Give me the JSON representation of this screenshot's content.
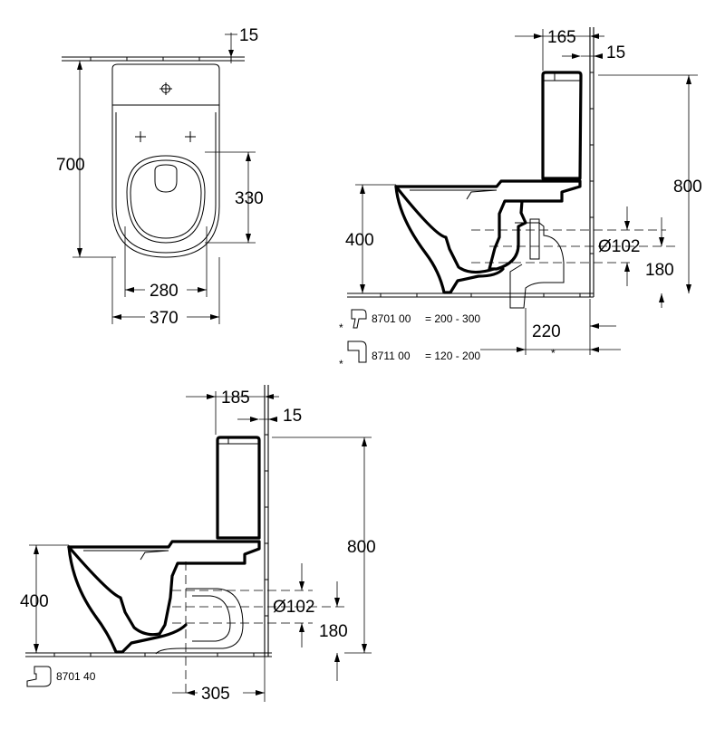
{
  "top_view": {
    "width_dim": "15",
    "length_dim": "700",
    "seat_dim": "330",
    "inner_width_dim": "280",
    "outer_width_dim": "370"
  },
  "side_view_1": {
    "tank_depth_dim": "165",
    "gap_dim": "15",
    "total_height_dim": "800",
    "bowl_height_dim": "400",
    "outlet_diameter_dim": "Ø102",
    "outlet_height_dim": "180",
    "outlet_distance_dim": "220",
    "outlet_distance_note": "*",
    "accessory_1": {
      "marker": "*",
      "code": "8701 00",
      "range": "= 200 - 300"
    },
    "accessory_2": {
      "marker": "*",
      "code": "8711 00",
      "range": "= 120 - 200"
    }
  },
  "side_view_2": {
    "tank_depth_dim": "185",
    "gap_dim": "15",
    "total_height_dim": "800",
    "bowl_height_dim": "400",
    "outlet_diameter_dim": "Ø102",
    "outlet_height_dim": "180",
    "outlet_distance_dim": "305",
    "accessory": {
      "code": "8701 40"
    }
  }
}
